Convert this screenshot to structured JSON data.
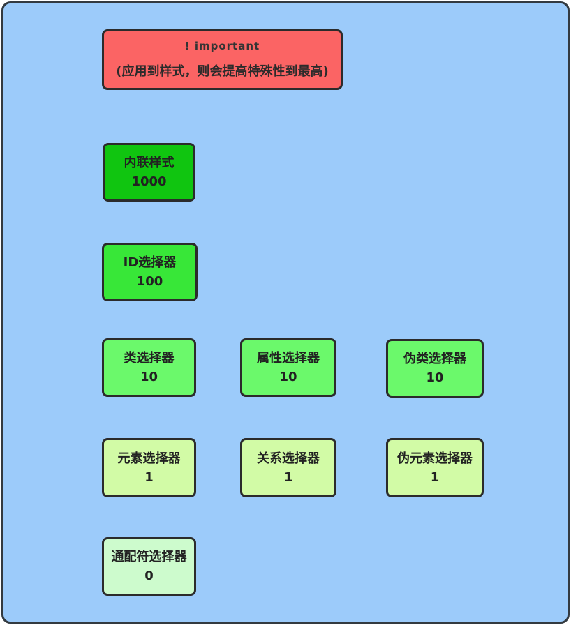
{
  "colors": {
    "canvas_background": "#9ccbfa",
    "frame_border": "#333a40",
    "box_border": "#2b2b2b",
    "text": "#222222",
    "important_fill": "#fb6464",
    "inline_fill": "#10c510",
    "id_fill": "#38e738",
    "ten_fill": "#6bf96b",
    "one_fill": "#d2fba6",
    "zero_fill": "#cdfbcd"
  },
  "important_box": {
    "title": "! important",
    "subtitle": "(应用到样式，则会提高特殊性到最高)"
  },
  "boxes": [
    {
      "name": "inline-style",
      "label": "内联样式",
      "value": "1000",
      "fill": "#10c510"
    },
    {
      "name": "id-selector",
      "label": "ID选择器",
      "value": "100",
      "fill": "#38e738"
    },
    {
      "name": "class-selector",
      "label": "类选择器",
      "value": "10",
      "fill": "#6bf96b"
    },
    {
      "name": "attribute-selector",
      "label": "属性选择器",
      "value": "10",
      "fill": "#6bf96b"
    },
    {
      "name": "pseudo-class-selector",
      "label": "伪类选择器",
      "value": "10",
      "fill": "#6bf96b"
    },
    {
      "name": "element-selector",
      "label": "元素选择器",
      "value": "1",
      "fill": "#d2fba6"
    },
    {
      "name": "relational-selector",
      "label": "关系选择器",
      "value": "1",
      "fill": "#d2fba6"
    },
    {
      "name": "pseudo-element-selector",
      "label": "伪元素选择器",
      "value": "1",
      "fill": "#d2fba6"
    },
    {
      "name": "universal-selector",
      "label": "通配符选择器",
      "value": "0",
      "fill": "#cdfbcd"
    }
  ]
}
